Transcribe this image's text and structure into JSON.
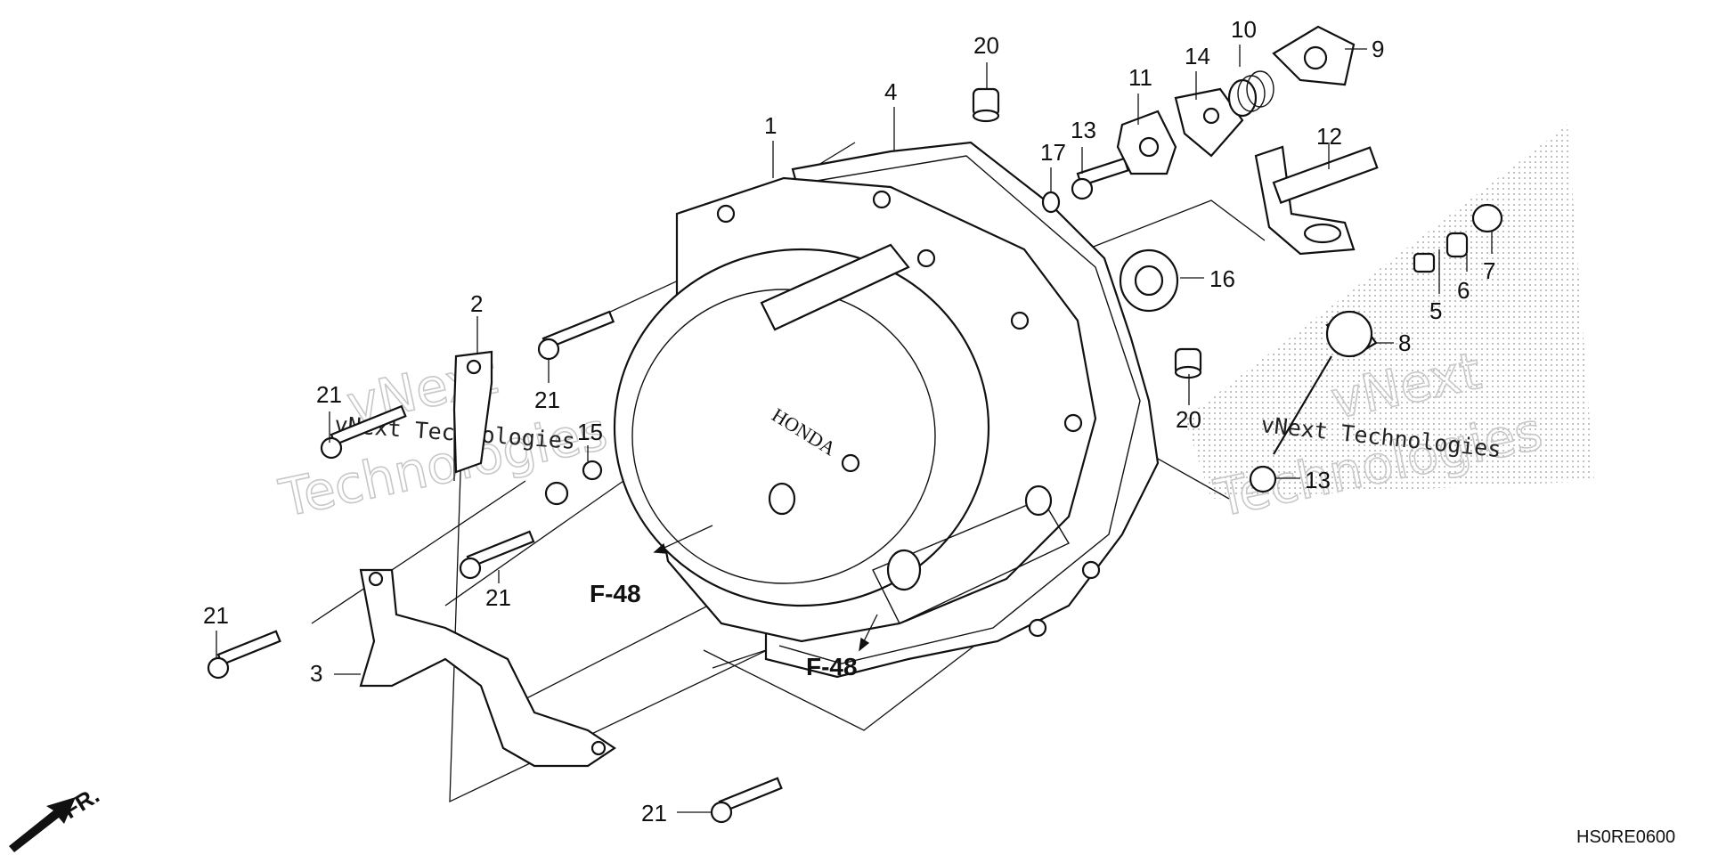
{
  "diagram_code": "HS0RE0600",
  "front_indicator": "FR.",
  "reference_labels": [
    "F-48",
    "F-48"
  ],
  "watermark_texts": [
    "vNext Technologies",
    "vNext",
    "Technologies"
  ],
  "callouts": [
    "1",
    "2",
    "3",
    "4",
    "5",
    "6",
    "7",
    "8",
    "9",
    "10",
    "11",
    "12",
    "13",
    "13",
    "14",
    "15",
    "16",
    "17",
    "20",
    "20",
    "21",
    "21",
    "21",
    "21",
    "21",
    "21"
  ],
  "brand_text": "HONDA",
  "colors": {
    "line": "#111111",
    "watermark": "#c8c8c8",
    "shading": "#bbbbbb"
  }
}
